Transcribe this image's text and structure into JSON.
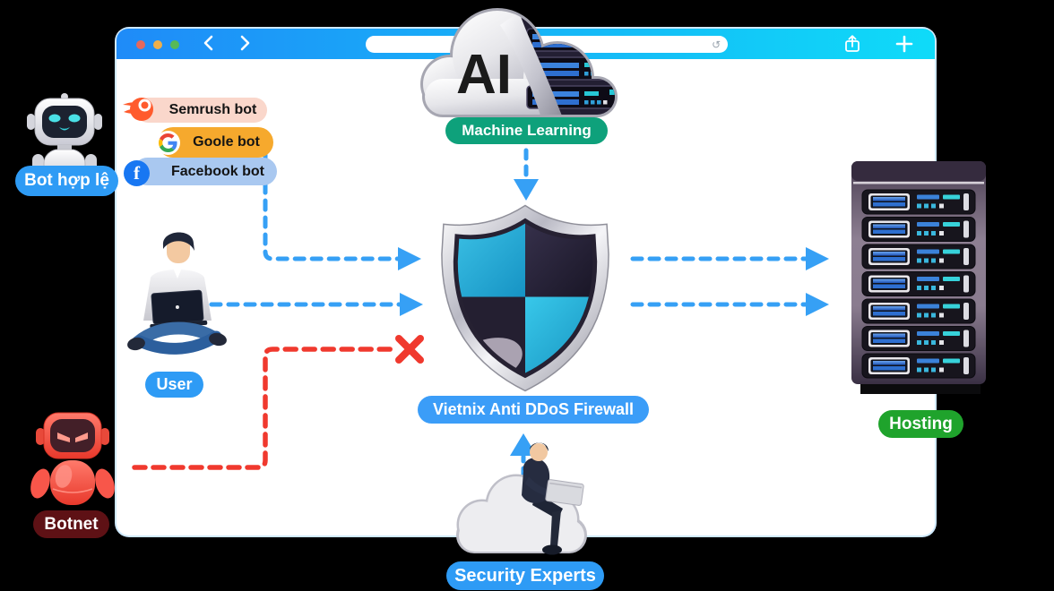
{
  "browser": {
    "traffic_lights": [
      "#e5685e",
      "#efaf4b",
      "#57b957"
    ],
    "bar_gradient": [
      "#1f8bf8",
      "#0fdbf9"
    ],
    "address_bar_value": "",
    "icons": [
      "back-chevron",
      "forward-chevron",
      "reload",
      "share",
      "new-tab-plus"
    ]
  },
  "nodes": {
    "ai_cloud": {
      "label": "AI",
      "caption": "Machine Learning",
      "caption_color": "#0ea17b"
    },
    "firewall": {
      "caption": "Vietnix Anti DDoS Firewall",
      "caption_color": "#3b9df8"
    },
    "user": {
      "caption": "User",
      "caption_color": "#2e9bf5"
    },
    "valid_bots": {
      "caption": "Bot hợp lệ",
      "caption_color": "#2e9bf5"
    },
    "botnet": {
      "caption": "Botnet",
      "caption_color": "#5e1115"
    },
    "hosting": {
      "caption": "Hosting",
      "caption_color": "#1fa32c",
      "server_units": 7
    },
    "security": {
      "caption": "Security Experts",
      "caption_color": "#2e9bf5"
    }
  },
  "bots": [
    {
      "label": "Semrush bot",
      "pill_color": "#fad7cb",
      "icon": "semrush-icon"
    },
    {
      "label": "Goole bot",
      "pill_color": "#f6a92d",
      "icon": "google-icon"
    },
    {
      "label": "Facebook bot",
      "pill_color": "#a9c8f0",
      "icon": "facebook-icon"
    }
  ],
  "flows": {
    "allowed_color": "#36a0f5",
    "blocked_color": "#f0392e",
    "paths": [
      "valid-bots to firewall (allowed)",
      "user to firewall (allowed)",
      "botnet to firewall (blocked X)",
      "machine-learning to firewall",
      "security-experts to firewall",
      "firewall to hosting (2 allowed)"
    ]
  }
}
